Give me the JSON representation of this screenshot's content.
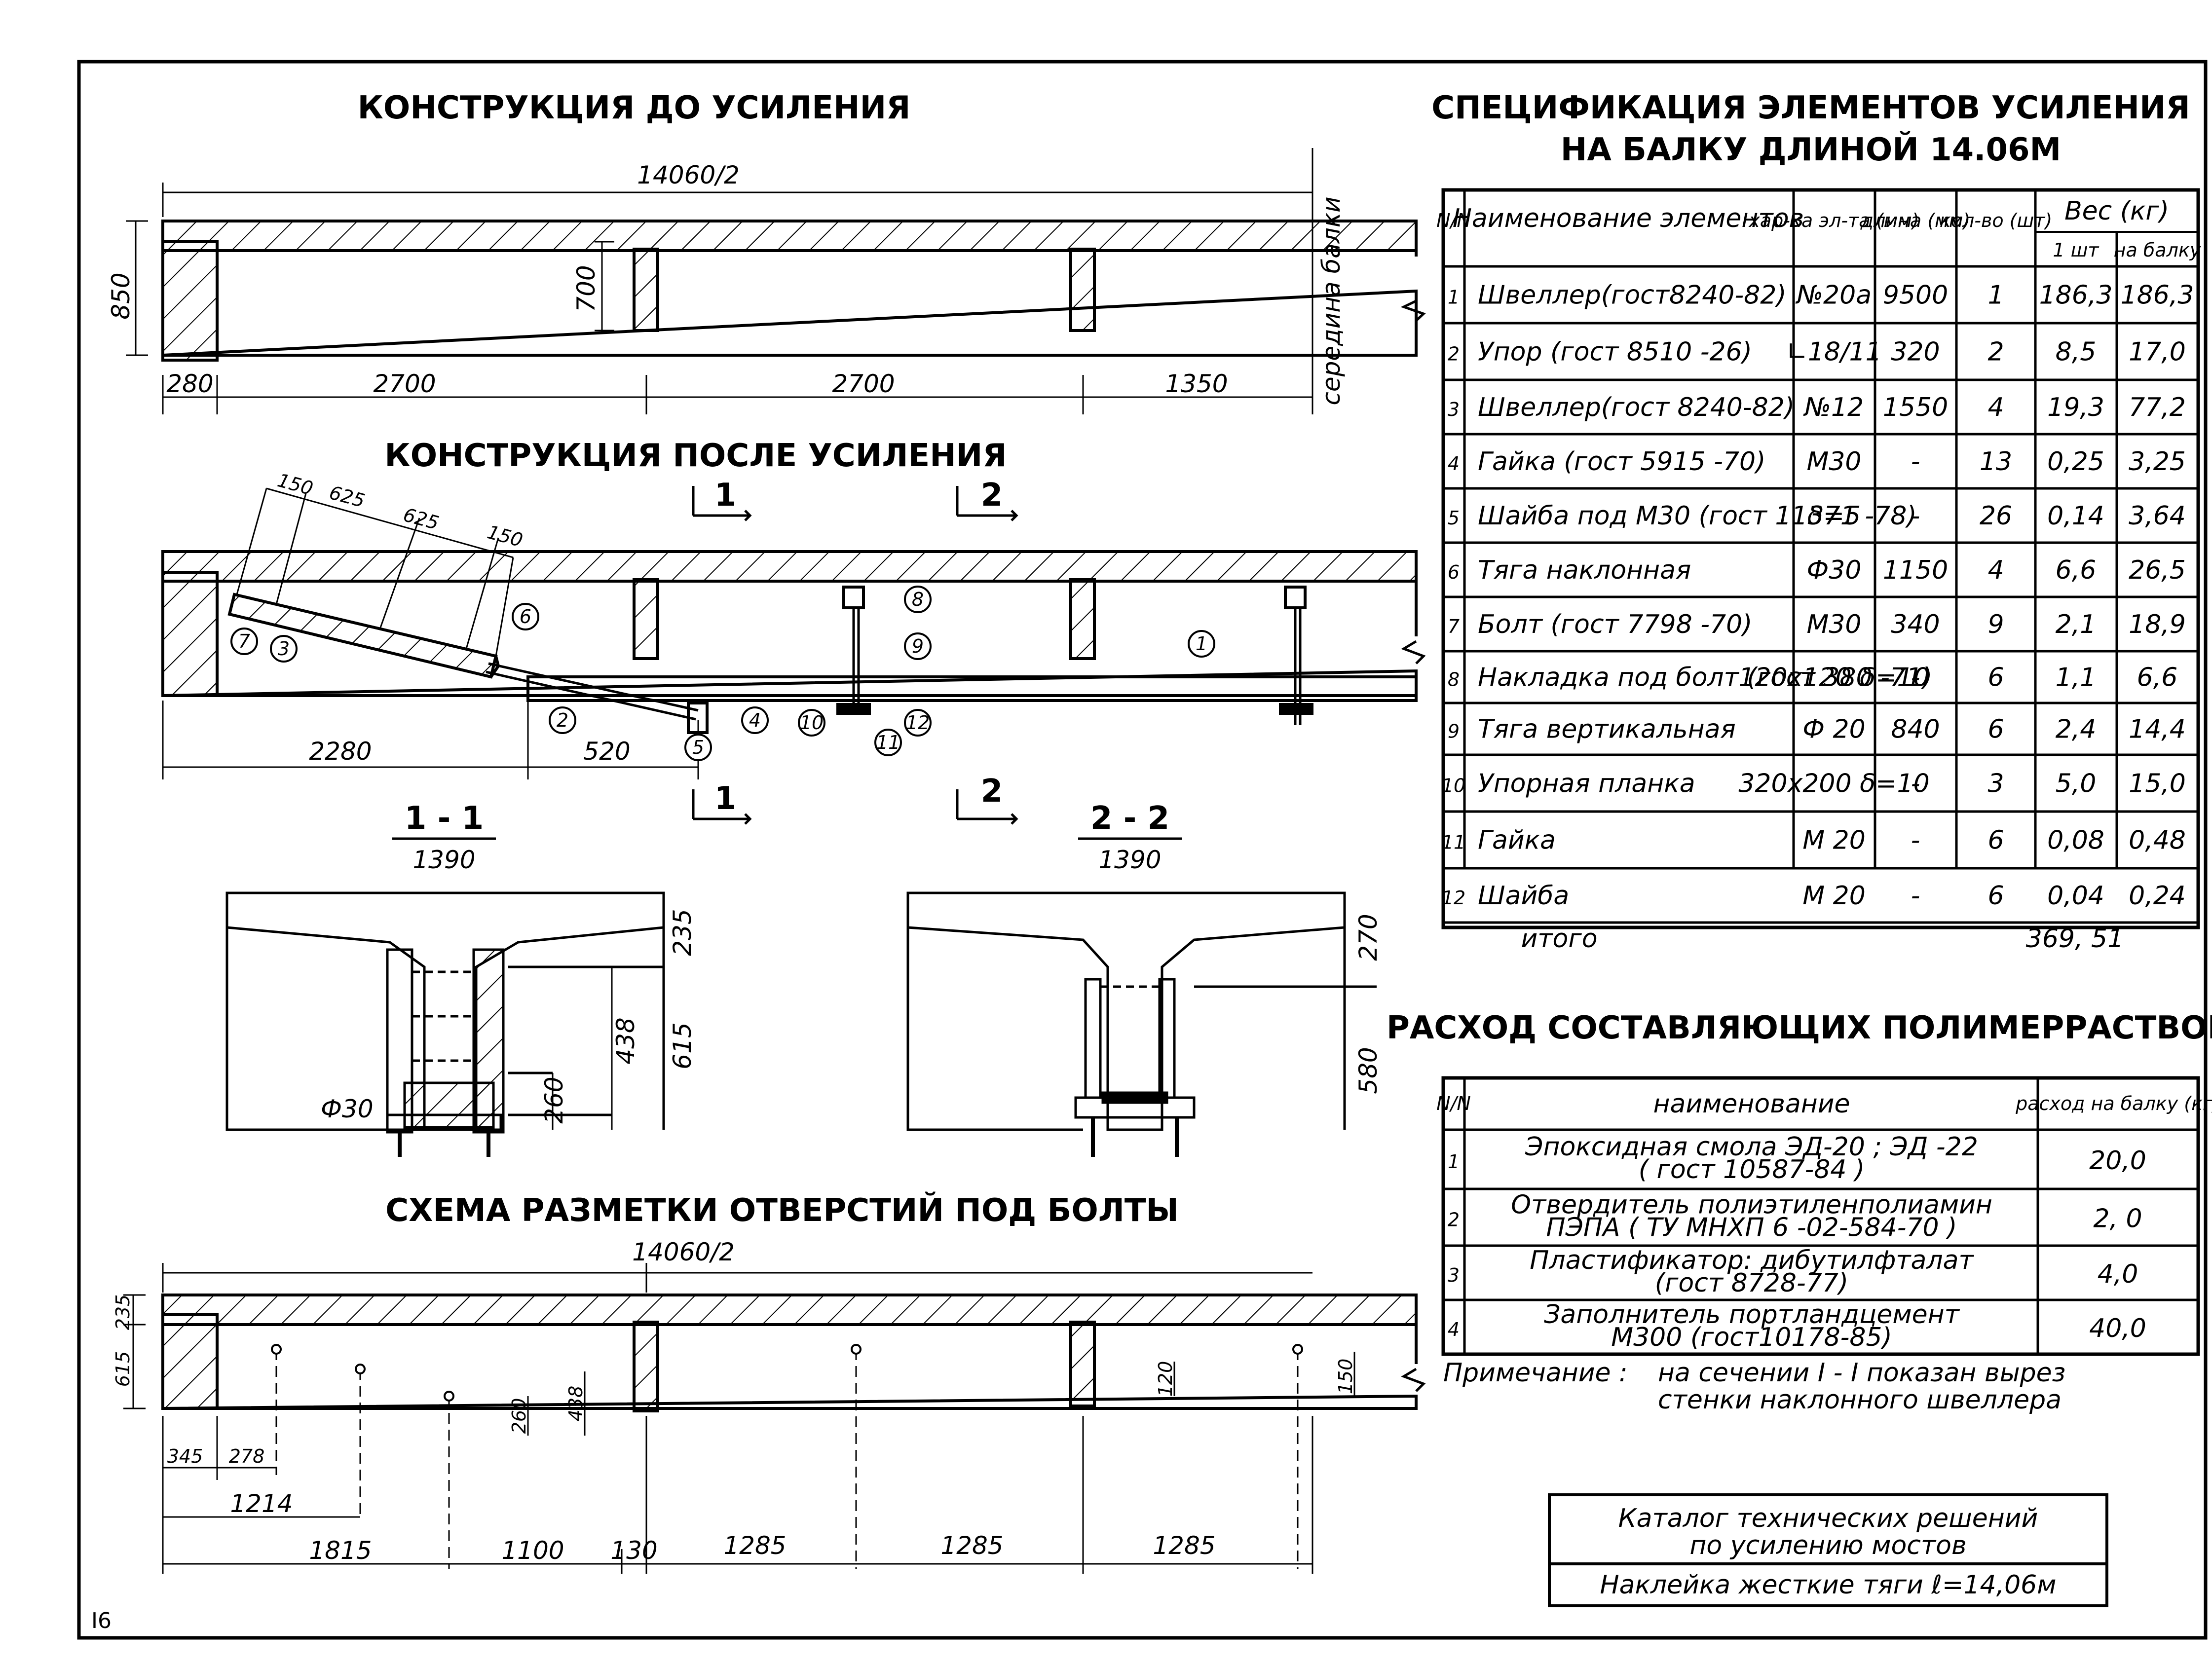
{
  "page_number": "I6",
  "titles": {
    "before": "КОНСТРУКЦИЯ ДО УСИЛЕНИЯ",
    "after": "КОНСТРУКЦИЯ ПОСЛЕ УСИЛЕНИЯ",
    "holes": "СХЕМА РАЗМЕТКИ ОТВЕРСТИЙ ПОД БОЛТЫ",
    "spec_line1": "СПЕЦИФИКАЦИЯ ЭЛЕМЕНТОВ УСИЛЕНИЯ",
    "spec_line2": "НА БАЛКУ ДЛИНОЙ 14.06М",
    "polymer": "РАСХОД СОСТАВЛЯЮЩИХ ПОЛИМЕРРАСТВОРА"
  },
  "before": {
    "span": "14060/2",
    "height": "850",
    "web_height": "700",
    "midspan_label": "середина балки",
    "dims": [
      "280",
      "2700",
      "2700",
      "1350"
    ]
  },
  "after": {
    "top_dims": [
      "150",
      "625",
      "625",
      "150"
    ],
    "bottom_dims": [
      "2280",
      "520"
    ],
    "section_marks": [
      "1",
      "2"
    ],
    "callouts": [
      "1",
      "2",
      "3",
      "4",
      "5",
      "6",
      "7",
      "8",
      "9",
      "10",
      "11",
      "12"
    ]
  },
  "section11": {
    "label": "1 - 1",
    "width": "1390",
    "dims": [
      "235",
      "615",
      "438",
      "260"
    ],
    "rod": "Ф30"
  },
  "section22": {
    "label": "2 - 2",
    "width": "1390",
    "dims": [
      "270",
      "580"
    ]
  },
  "holes": {
    "span": "14060/2",
    "left_dims": [
      "235",
      "615"
    ],
    "inner_dims": [
      "260",
      "438",
      "120",
      "150"
    ],
    "dims_row1": [
      "345",
      "278"
    ],
    "dims_row2": [
      "1214"
    ],
    "dims_row3": [
      "1815",
      "1100",
      "130",
      "1285",
      "1285",
      "1285"
    ]
  },
  "spec": {
    "headers": {
      "num": "N/N",
      "name": "Наименование элементов",
      "char": "хар-ка эл-та (мм)",
      "length": "длина (мм)",
      "qty": "кол-во (шт)",
      "weight": "Вес (кг)",
      "w_one": "1 шт",
      "w_total": "на балку"
    },
    "rows": [
      {
        "n": "1",
        "name": "Швеллер(гост8240-82)",
        "char": "№20а",
        "len": "9500",
        "qty": "1",
        "w1": "186,3",
        "wt": "186,3"
      },
      {
        "n": "2",
        "name": "Упор (гост 8510 -26)",
        "char": "∟18/11",
        "len": "320",
        "qty": "2",
        "w1": "8,5",
        "wt": "17,0"
      },
      {
        "n": "3",
        "name": "Швеллер(гост 8240-82)",
        "char": "№12",
        "len": "1550",
        "qty": "4",
        "w1": "19,3",
        "wt": "77,2"
      },
      {
        "n": "4",
        "name": "Гайка (гост 5915 -70)",
        "char": "М30",
        "len": "-",
        "qty": "13",
        "w1": "0,25",
        "wt": "3,25"
      },
      {
        "n": "5",
        "name": "Шайба под М30 (гост 11371 -78)",
        "char": "δ=5",
        "len": "-",
        "qty": "26",
        "w1": "0,14",
        "wt": "3,64"
      },
      {
        "n": "6",
        "name": "Тяга наклонная",
        "char": "Ф30",
        "len": "1150",
        "qty": "4",
        "w1": "6,6",
        "wt": "26,5"
      },
      {
        "n": "7",
        "name": "Болт (гост 7798 -70)",
        "char": "М30",
        "len": "340",
        "qty": "9",
        "w1": "2,1",
        "wt": "18,9"
      },
      {
        "n": "8",
        "name": "Накладка под болт (гост 380 -71)",
        "char": "120х120 δ=10",
        "len": "-",
        "qty": "6",
        "w1": "1,1",
        "wt": "6,6"
      },
      {
        "n": "9",
        "name": "Тяга вертикальная",
        "char": "Ф 20",
        "len": "840",
        "qty": "6",
        "w1": "2,4",
        "wt": "14,4"
      },
      {
        "n": "10",
        "name": "Упорная планка",
        "char": "320х200 δ=10",
        "len": "-",
        "qty": "3",
        "w1": "5,0",
        "wt": "15,0"
      },
      {
        "n": "11",
        "name": "Гайка",
        "char": "М 20",
        "len": "-",
        "qty": "6",
        "w1": "0,08",
        "wt": "0,48"
      },
      {
        "n": "12",
        "name": "Шайба",
        "char": "М 20",
        "len": "-",
        "qty": "6",
        "w1": "0,04",
        "wt": "0,24"
      }
    ],
    "total_label": "итого",
    "total_value": "369, 51"
  },
  "polymer": {
    "headers": {
      "num": "N/N",
      "name": "наименование",
      "amount": "расход на балку (кг)"
    },
    "rows": [
      {
        "n": "1",
        "line1": "Эпоксидная смола ЭД-20 ; ЭД -22",
        "line2": "( гост 10587-84 )",
        "amount": "20,0"
      },
      {
        "n": "2",
        "line1": "Отвердитель полиэтиленполиамин",
        "line2": "ПЭПА ( ТУ МНХП 6 -02-584-70 )",
        "amount": "2, 0"
      },
      {
        "n": "3",
        "line1": "Пластификатор: дибутилфталат",
        "line2": "(гост 8728-77)",
        "amount": "4,0"
      },
      {
        "n": "4",
        "line1": "Заполнитель портландцемент",
        "line2": "М300 (гост10178-85)",
        "amount": "40,0"
      }
    ]
  },
  "note": {
    "label": "Примечание :",
    "line1": "на сечении I - I показан вырез",
    "line2": "стенки наклонного швеллера"
  },
  "stamp": {
    "line1": "Каталог технических решений",
    "line2": "по усилению мостов",
    "line3": "Наклейка жесткие тяги ℓ=14,06м"
  }
}
